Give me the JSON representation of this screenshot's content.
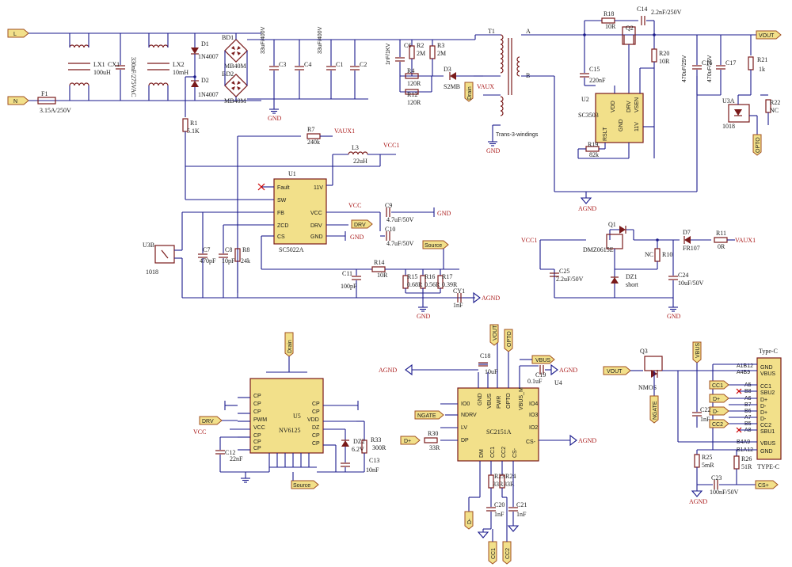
{
  "nets": {
    "L": "L",
    "N": "N",
    "VOUT": "VOUT",
    "VAUX": "VAUX",
    "VAUX1": "VAUX1",
    "VCC": "VCC",
    "VCC1": "VCC1",
    "GND": "GND",
    "AGND": "AGND",
    "DRV": "DRV",
    "OPTO": "OPTO",
    "Source": "Source",
    "Drain": "Drain",
    "NGATE": "NGATE",
    "VBUS": "VBUS",
    "DP": "D+",
    "DM": "D-",
    "CC1": "CC1",
    "CC2": "CC2",
    "CS": "CS+"
  },
  "parts": {
    "F1": "F1",
    "F1v": "3.15A/250V",
    "LX1": "LX1",
    "LX1v": "100uH",
    "CX1": "CX1",
    "CX1v": "330nF/275VAC",
    "LX2": "LX2",
    "LX2v": "10mH",
    "D1": "D1",
    "D1v": "1N4007",
    "D2": "D2",
    "D2v": "1N4007",
    "BD1": "BD1",
    "BD1v": "MB40M",
    "BD2": "BD2",
    "BD2v": "MB40M",
    "C3": "C3",
    "C3v": "33uF/400V",
    "C4": "C4",
    "C1": "C1",
    "C1v": "33uF/400V",
    "C2": "C2",
    "R1": "R1",
    "R1v": "5.1K",
    "C6": "C6",
    "C6v": "1nF/1KV",
    "R2": "R2",
    "R2v": "2M",
    "R3": "R3",
    "R3v": "2M",
    "R4": "R4",
    "R4v": "120R",
    "R12": "R12",
    "R12v": "120R",
    "D3": "D3",
    "D3v": "S2MB",
    "T1": "T1",
    "T1v": "Trans-3-windings",
    "T1a": "A",
    "T1b": "B",
    "R18": "R18",
    "R18v": "10R",
    "C14": "C14",
    "C14v": "2.2nF/250V",
    "Q2": "Q2",
    "C15": "C15",
    "C15v": "220nF",
    "U2": "U2",
    "U2v": "SC3503",
    "U2p1": "RSLT",
    "U2p2": "VDD",
    "U2p3": "GND",
    "U2p4": "DRV",
    "U2p5": "VSEN",
    "U2p6": "11V",
    "R19": "R19",
    "R19v": "82k",
    "R20": "R20",
    "R20v": "10R",
    "C16": "C16",
    "C16v": "470uF/25V",
    "C17": "C17",
    "C17v": "470uF/25V",
    "R21": "R21",
    "R21v": "1k",
    "R22": "R22",
    "R22v": "NC",
    "U3A": "U3A",
    "U3Av": "1018",
    "U3B": "U3B",
    "U3Bv": "1018",
    "R7": "R7",
    "R7v": "240k",
    "L3": "L3",
    "L3v": "22uH",
    "U1": "U1",
    "U1v": "SC5022A",
    "U1p1": "Fault",
    "U1p2": "SW",
    "U1p3": "FB",
    "U1p4": "ZCD",
    "U1p5": "CS",
    "U1p6": "11V",
    "U1p7": "VCC",
    "U1p8": "DRV",
    "U1p9": "GND",
    "C9": "C9",
    "C9v": "4.7uF/50V",
    "C10": "C10",
    "C10v": "4.7uF/50V",
    "C7": "C7",
    "C7v": "470pF",
    "C8": "C8",
    "C8v": "10pF",
    "R8": "R8",
    "R8v": "24k",
    "R14": "R14",
    "R14v": "10R",
    "C11": "C11",
    "C11v": "100pF",
    "R15": "R15",
    "R15v": "0.68R",
    "R16": "R16",
    "R16v": "0.56R",
    "R17": "R17",
    "R17v": "0.39R",
    "CY1": "CY1",
    "CY1v": "1nF",
    "Q1": "Q1",
    "Q1v": "DMZ0615E",
    "C25": "C25",
    "C25v": "2.2uF/50V",
    "R10": "R10",
    "R10v": "NC",
    "DZ1": "DZ1",
    "DZ1v": "short",
    "C24": "C24",
    "C24v": "10uF/50V",
    "D7": "D7",
    "D7v": "FR107",
    "R11": "R11",
    "R11v": "0R",
    "U5": "U5",
    "U5v": "NV6125",
    "U5pins_left": [
      "CP",
      "CP",
      "CP",
      "PWM",
      "VCC",
      "CP",
      "CP",
      "CP"
    ],
    "U5pins_right": [
      "CP",
      "CP",
      "VDD",
      "DZ",
      "CP",
      "CP"
    ],
    "C12": "C12",
    "C12v": "22nF",
    "DZ2": "DZ2",
    "DZ2v": "6.2V",
    "R33": "R33",
    "R33v": "300R",
    "C13": "C13",
    "C13v": "10nF",
    "U4": "U4",
    "U4v": "SC2151A",
    "U4pins": [
      "IO0",
      "NDRV",
      "LV",
      "DP",
      "GND",
      "VBUS",
      "PWR",
      "OPTO",
      "VBUS_M",
      "IO4",
      "IO3",
      "IO2",
      "CS-",
      "DM",
      "CC1",
      "CC2",
      "CS-"
    ],
    "C18": "C18",
    "C18v": "10uF",
    "C19": "C19",
    "C19v": "0.1uF",
    "R30": "R30",
    "R30v": "33R",
    "R23": "R23",
    "R23v": "33R",
    "R24": "R24",
    "R24v": "33R",
    "C20": "C20",
    "C20v": "1nF",
    "C21": "C21",
    "C21v": "1nF",
    "Q3": "Q3",
    "Q3v": "NMOS",
    "C22": "C22",
    "C22v": "1nF",
    "R25": "R25",
    "R25v": "5mR",
    "R26": "R26",
    "R26v": "51R",
    "C23": "C23",
    "C23v": "100nF/50V",
    "USB": "Type-C",
    "USBv": "TYPE-C",
    "USBpins": [
      "GND",
      "VBUS",
      "CC1",
      "SBU2",
      "D+",
      "D-",
      "D+",
      "D-",
      "CC2",
      "SBU1",
      "VBUS",
      "GND"
    ],
    "USBnums": [
      "A1B12",
      "A4B9",
      "A5",
      "B8",
      "A6",
      "B7",
      "B6",
      "A7",
      "B5",
      "A8",
      "B4A9",
      "B1A12"
    ]
  }
}
